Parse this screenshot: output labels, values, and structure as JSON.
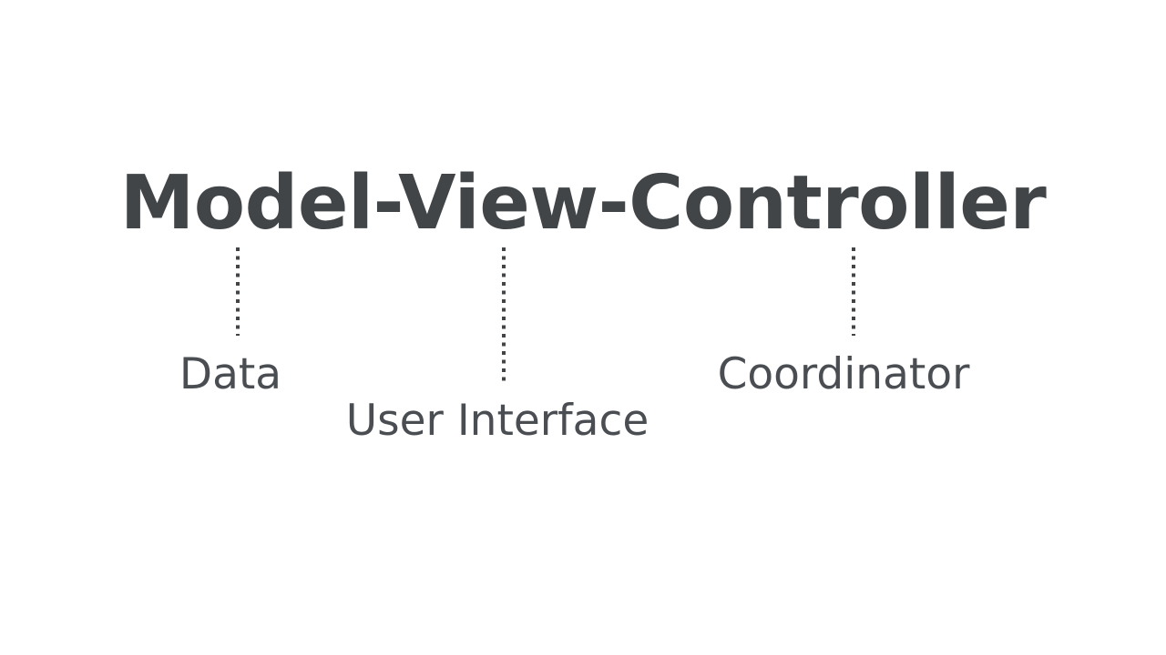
{
  "diagram": {
    "type": "annotated-term-breakdown",
    "title": "Model-View-Controller",
    "title_color": "#414548",
    "background_color": "#FFFFFF",
    "connector_style": "dotted",
    "connector_color": "#414548",
    "label_color": "#4A4E52",
    "parts": [
      {
        "term": "Model",
        "label": "Data",
        "connector_name": "connector-model"
      },
      {
        "term": "View",
        "label": "User Interface",
        "connector_name": "connector-view"
      },
      {
        "term": "Controller",
        "label": "Coordinator",
        "connector_name": "connector-controller"
      }
    ]
  }
}
